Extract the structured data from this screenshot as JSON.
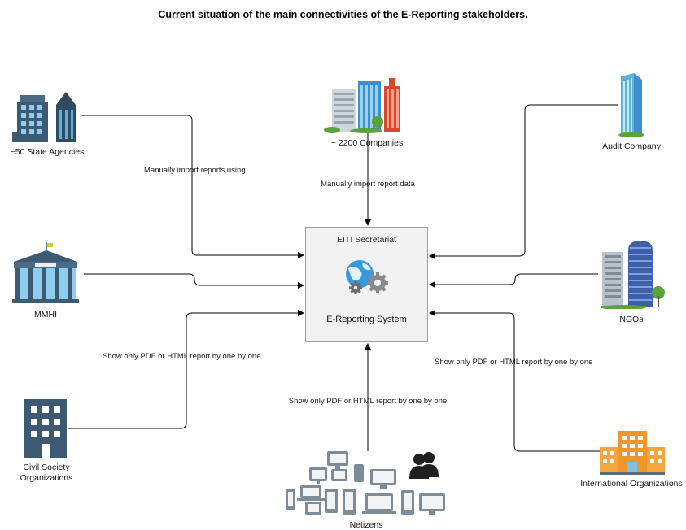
{
  "title": "Current situation of the main connectivities of the E-Reporting stakeholders.",
  "central": {
    "header": "EITI Secretariat",
    "label": "E-Reporting System",
    "icon": "globe-gears-icon"
  },
  "nodes": {
    "state_agencies": {
      "label": "~50 State Agencies",
      "icon": "office-buildings-icon"
    },
    "companies": {
      "label": "~ 2200 Companies",
      "icon": "city-skyline-icon"
    },
    "audit_company": {
      "label": "Audit Company",
      "icon": "skyscraper-icon"
    },
    "mmhi": {
      "label": "MMHI",
      "icon": "government-building-icon"
    },
    "ngos": {
      "label": "NGOs",
      "icon": "tower-buildings-icon"
    },
    "civil_society": {
      "line1": "Civil Society",
      "line2": "Organizations",
      "icon": "building-icon"
    },
    "netizens": {
      "label": "Netizens",
      "icon": "devices-users-icon"
    },
    "intl_orgs": {
      "label": "International Organizations",
      "icon": "office-complex-icon"
    }
  },
  "edges": {
    "state_agencies": "Manually import reports using",
    "companies": "Manually import report data",
    "civil_society": "Show only PDF or HTML report by one by one",
    "netizens": "Show only PDF or HTML report by one by one",
    "intl_orgs": "Show only PDF or HTML report by one by one"
  },
  "colors": {
    "building_dark": "#3e5a73",
    "building_blue": "#3f8fd0",
    "building_teal": "#5fb3d6",
    "building_red": "#d9482b",
    "building_orange": "#f0962a",
    "grass": "#5aa33c",
    "device_gray": "#7d8c99",
    "arrow": "#000000"
  }
}
